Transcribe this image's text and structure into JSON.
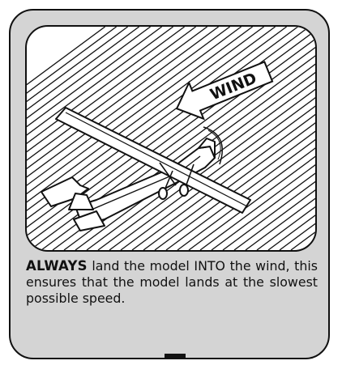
{
  "illustration": {
    "arrow_label": "WIND"
  },
  "caption": {
    "emphasis": "ALWAYS",
    "text": " land the model INTO the wind, this ensures that the model lands at the slowest possible speed."
  },
  "colors": {
    "card_background": "#d4d4d4",
    "frame_background": "#ffffff",
    "line_color": "#111111"
  }
}
